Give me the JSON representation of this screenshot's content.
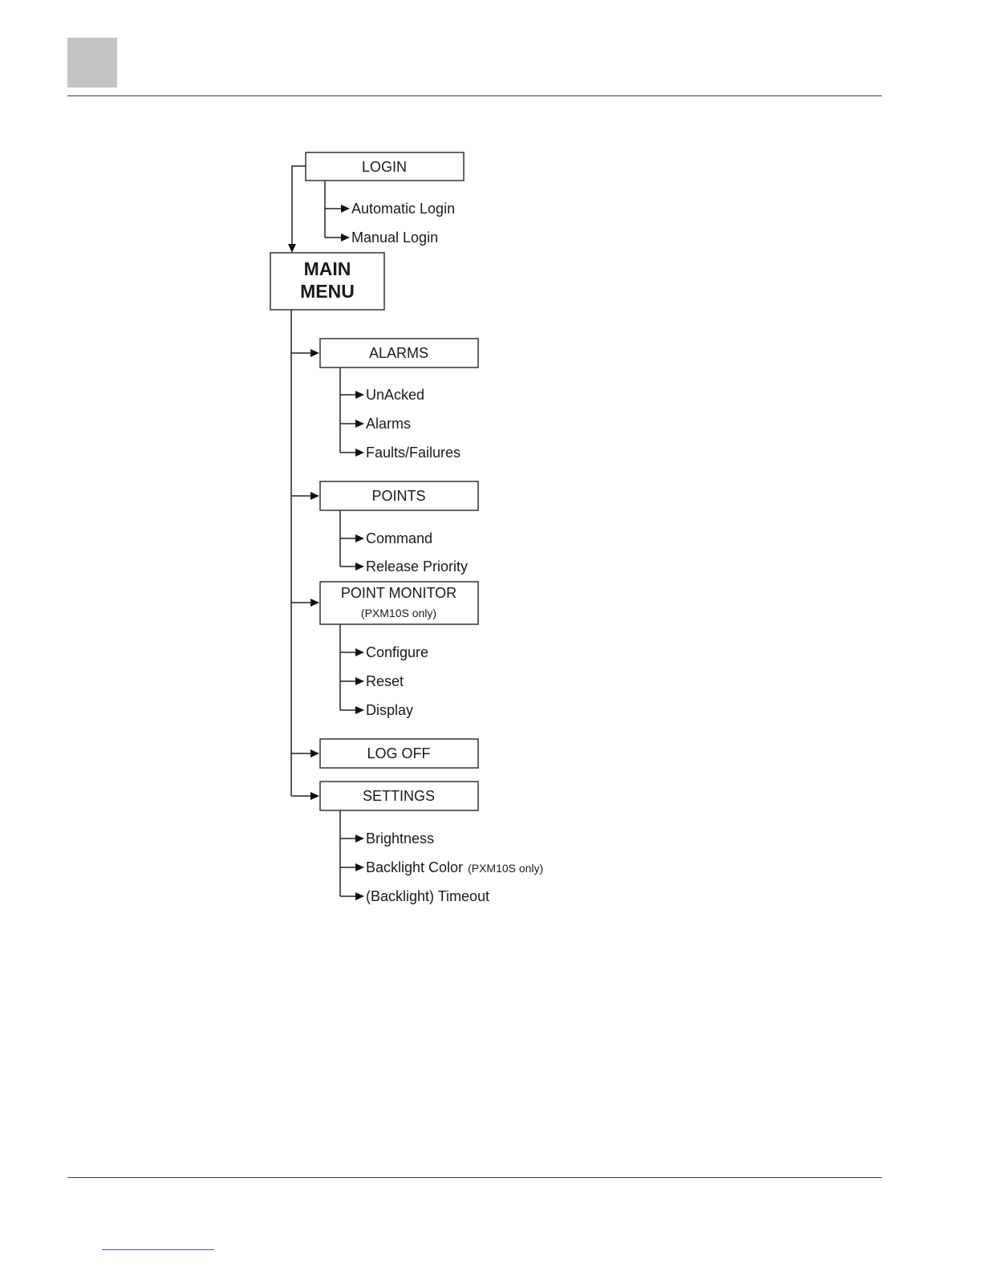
{
  "diagram": {
    "login": {
      "label": "LOGIN",
      "children": [
        "Automatic Login",
        "Manual Login"
      ]
    },
    "main_menu": {
      "line1": "MAIN",
      "line2": "MENU"
    },
    "alarms": {
      "label": "ALARMS",
      "children": [
        "UnAcked",
        "Alarms",
        "Faults/Failures"
      ]
    },
    "points": {
      "label": "POINTS",
      "children": [
        "Command",
        "Release Priority"
      ]
    },
    "point_monitor": {
      "label": "POINT MONITOR",
      "note": "(PXM10S only)",
      "children": [
        "Configure",
        "Reset",
        "Display"
      ]
    },
    "log_off": {
      "label": "LOG OFF"
    },
    "settings": {
      "label": "SETTINGS",
      "children": [
        "Brightness",
        "Backlight Color",
        "(Backlight) Timeout"
      ],
      "backlight_note": "(PXM10S only)"
    }
  },
  "colors": {
    "header_tab": "#c4c4c4",
    "footer_link": "#3b50d8"
  }
}
